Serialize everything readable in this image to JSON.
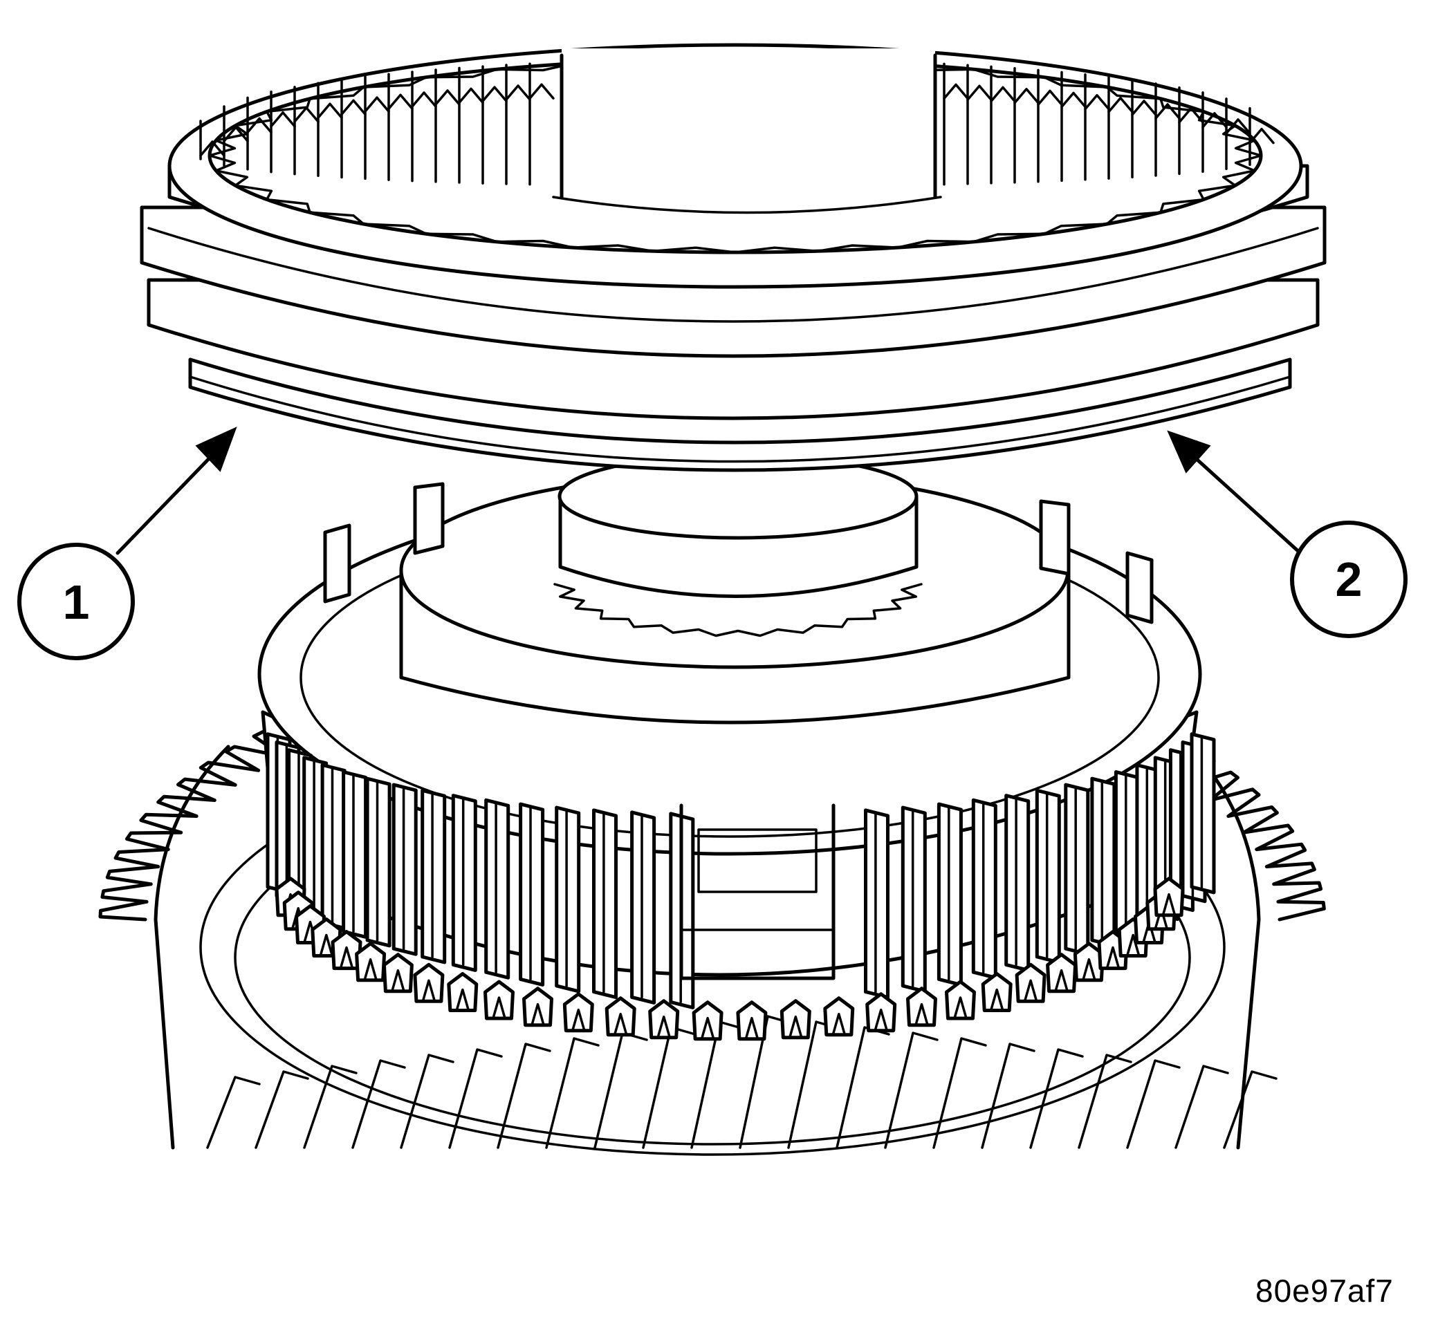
{
  "callouts": [
    {
      "number": "1",
      "target": "synchronizer-ring-lower-edge"
    },
    {
      "number": "2",
      "target": "synchronizer-ring-lower-edge"
    }
  ],
  "figure_code": "80e97af7",
  "colors": {
    "ink": "#000000",
    "paper": "#ffffff"
  }
}
